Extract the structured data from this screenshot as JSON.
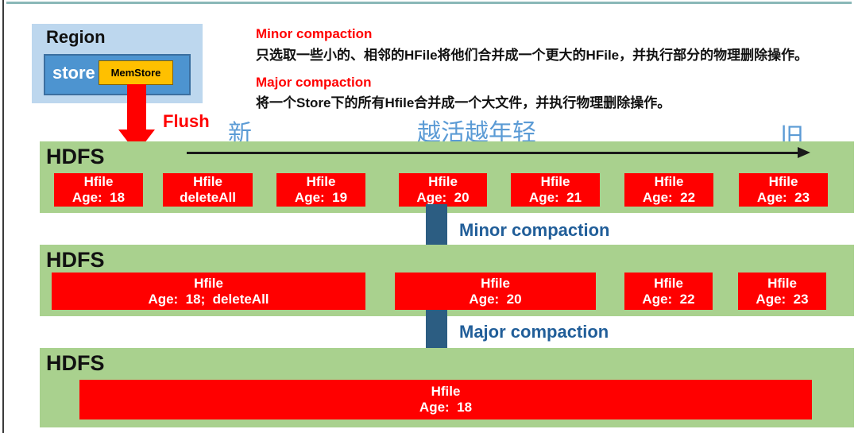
{
  "legend": {
    "minor_title": "Minor compaction",
    "minor_desc": "只选取一些小的、相邻的HFile将他们合并成一个更大的HFile，并执行部分的物理删除操作。",
    "major_title": "Major compaction",
    "major_desc": "将一个Store下的所有Hfile合并成一个大文件，并执行物理删除操作。"
  },
  "region": {
    "title": "Region",
    "store_label": "store",
    "memstore_label": "MemStore",
    "flush_label": "Flush"
  },
  "timeline": {
    "new_label": "新",
    "center_label": "越活越年轻",
    "old_label": "旧"
  },
  "process": {
    "minor_label": "Minor compaction",
    "major_label": "Major compaction"
  },
  "rows": [
    {
      "label": "HDFS",
      "files": [
        {
          "name": "Hfile",
          "value": "Age:  18"
        },
        {
          "name": "Hfile",
          "value": "deleteAll"
        },
        {
          "name": "Hfile",
          "value": "Age:  19"
        },
        {
          "name": "Hfile",
          "value": "Age:  20"
        },
        {
          "name": "Hfile",
          "value": "Age:  21"
        },
        {
          "name": "Hfile",
          "value": "Age:  22"
        },
        {
          "name": "Hfile",
          "value": "Age:  23"
        }
      ]
    },
    {
      "label": "HDFS",
      "files": [
        {
          "name": "Hfile",
          "value": "Age:  18;  deleteAll"
        },
        {
          "name": "Hfile",
          "value": "Age:  20"
        },
        {
          "name": "Hfile",
          "value": "Age:  22"
        },
        {
          "name": "Hfile",
          "value": "Age:  23"
        }
      ]
    },
    {
      "label": "HDFS",
      "files": [
        {
          "name": "Hfile",
          "value": "Age:  18"
        }
      ]
    }
  ],
  "colors": {
    "bar_green": "#A9D18E",
    "hfile_red": "#FF0000",
    "region_fill": "#BDD7EE",
    "store_fill": "#4D94D0",
    "memstore_fill": "#FFC000",
    "arrow_dark_blue": "#2C5D82",
    "process_label_blue": "#215E99",
    "timeline_text_blue": "#5B9BD5",
    "top_rule_teal": "#8AB8B8"
  }
}
